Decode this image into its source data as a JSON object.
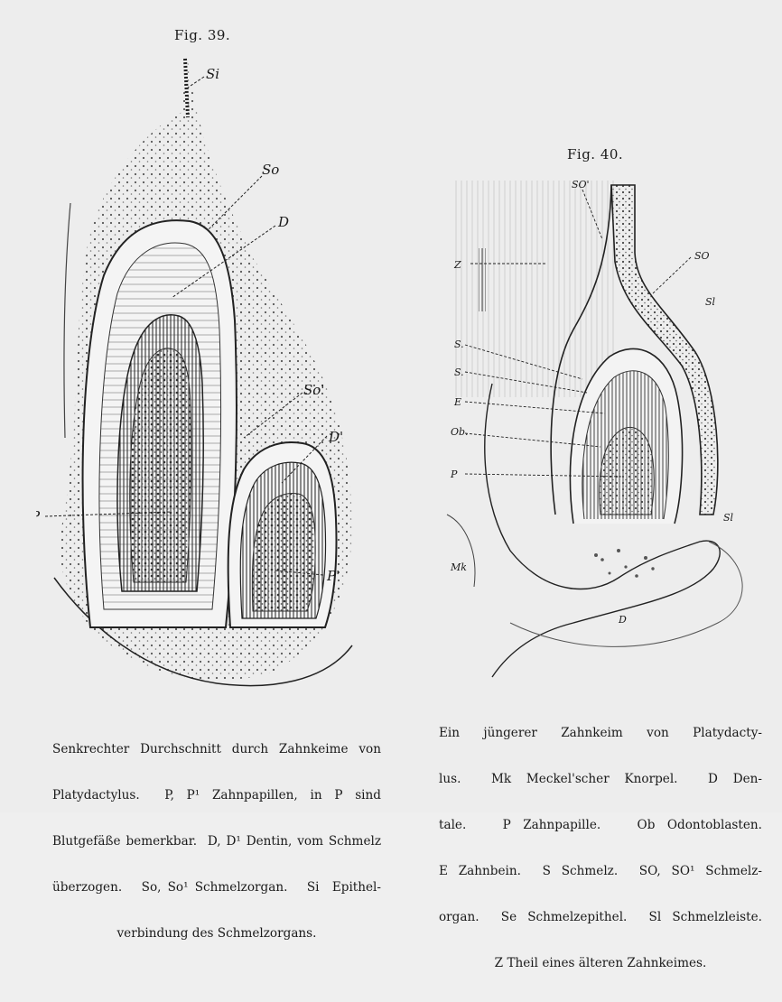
{
  "figures": [
    {
      "title": "Fig. 39.",
      "labels": {
        "si": "Si",
        "so": "So",
        "d": "D",
        "so1": "So'",
        "d1": "D'",
        "p": "P",
        "p1": "P'"
      },
      "caption": [
        "Senkrechter Durchschnitt durch Zahnkeime von",
        "Platydactylus.  P, P¹ Zahnpapillen, in P sind",
        "Blutgefäße bemerkbar.  D, D¹ Dentin, vom Schmelz",
        "überzogen.   So, So¹ Schmelzorgan.   Si  Epithel-",
        "verbindung des Schmelzorgans."
      ]
    },
    {
      "title": "Fig. 40.",
      "labels": {
        "so1": "SO'",
        "so": "SO",
        "sl_top": "Sl",
        "z": "Z",
        "s1": "S.",
        "s2": "S.",
        "e": "E",
        "ob": "Ob.",
        "p": "P",
        "sl_bottom": "Sl",
        "mk": "Mk",
        "d": "D"
      },
      "caption": [
        "Ein jüngerer Zahnkeim von Platydacty-",
        "lus.  Mk Meckel'scher Knorpel.  D Den-",
        "tale.   P Zahnpapille.   Ob Odontoblasten.",
        "E Zahnbein.  S Schmelz.  SO, SO¹ Schmelz-",
        "organ.  Se Schmelzepithel.  Sl Schmelzleiste.",
        "Z Theil eines älteren Zahnkeimes."
      ]
    }
  ]
}
